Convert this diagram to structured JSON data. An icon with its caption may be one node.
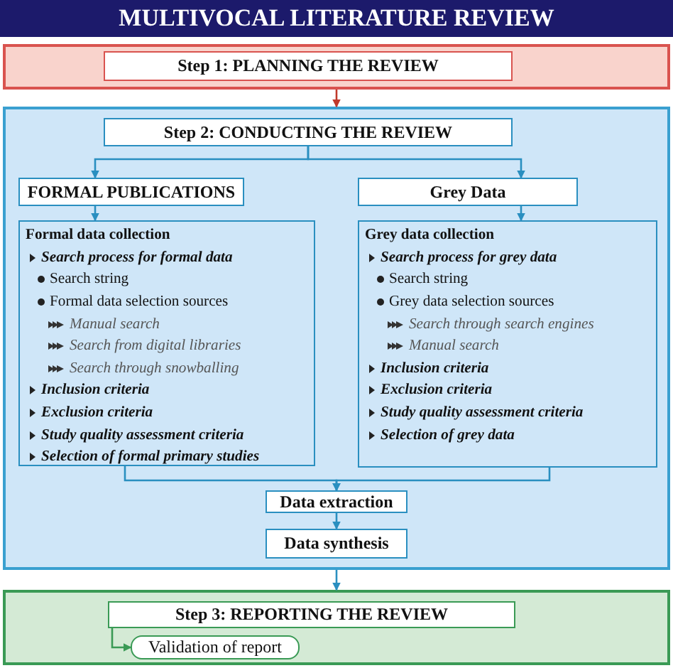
{
  "diagram": {
    "title": "MULTIVOCAL LITERATURE REVIEW",
    "nodes": [
      {
        "text": [],
        "shape": "box"
      },
      {
        "text": [
          "Step 1: PLANNING THE REVIEW"
        ],
        "in": 0
      },
      {
        "text": [],
        "shape": "box"
      },
      {
        "text": [
          "Step 2: CONDUCTING THE REVIEW"
        ],
        "in": 2
      },
      {
        "text": [
          "FORMAL PUBLICATIONS"
        ],
        "in": 2
      },
      {
        "text": [
          "Grey Data"
        ],
        "in": 2
      },
      {
        "text": [
          "Formal data collection",
          "Search process for formal data",
          "Search string",
          "Formal data selection sources",
          "Manual search",
          "Search from digital libraries",
          "Search through snowballing",
          "Inclusion criteria",
          "Exclusion criteria",
          "Study quality assessment criteria",
          "Selection of formal primary studies"
        ],
        "in": 2
      },
      {
        "text": [
          "Grey data collection",
          "Search process for grey data",
          "Search string",
          "Grey data selection sources",
          "Search through search engines",
          "Manual search",
          "Inclusion criteria",
          "Exclusion criteria",
          "Study quality assessment criteria",
          "Selection of grey data"
        ],
        "in": 2
      },
      {
        "text": [
          "Data extraction"
        ],
        "in": 2
      },
      {
        "text": [
          "Data synthesis"
        ],
        "in": 2
      },
      {
        "text": [],
        "shape": "box"
      },
      {
        "text": [
          "Step 3: REPORTING THE REVIEW"
        ],
        "in": 10
      },
      {
        "text": [
          "Validation of report"
        ],
        "in": 10
      }
    ],
    "edges": [
      {
        "from": 0,
        "to": 2,
        "arrow": "to",
        "color": "#c0392b"
      },
      {
        "from": 3,
        "to": 4,
        "arrow": "to"
      },
      {
        "from": 3,
        "to": 5,
        "arrow": "to"
      },
      {
        "from": 4,
        "to": 6,
        "arrow": "to"
      },
      {
        "from": 5,
        "to": 7,
        "arrow": "to"
      },
      {
        "from": 6,
        "to": 8,
        "arrow": "to"
      },
      {
        "from": 7,
        "to": 8,
        "arrow": "to"
      },
      {
        "from": 8,
        "to": 9,
        "arrow": "to"
      },
      {
        "from": 2,
        "to": 10,
        "arrow": "to"
      },
      {
        "from": 11,
        "to": 12,
        "arrow": "to",
        "color": "#3a9a55"
      }
    ]
  }
}
